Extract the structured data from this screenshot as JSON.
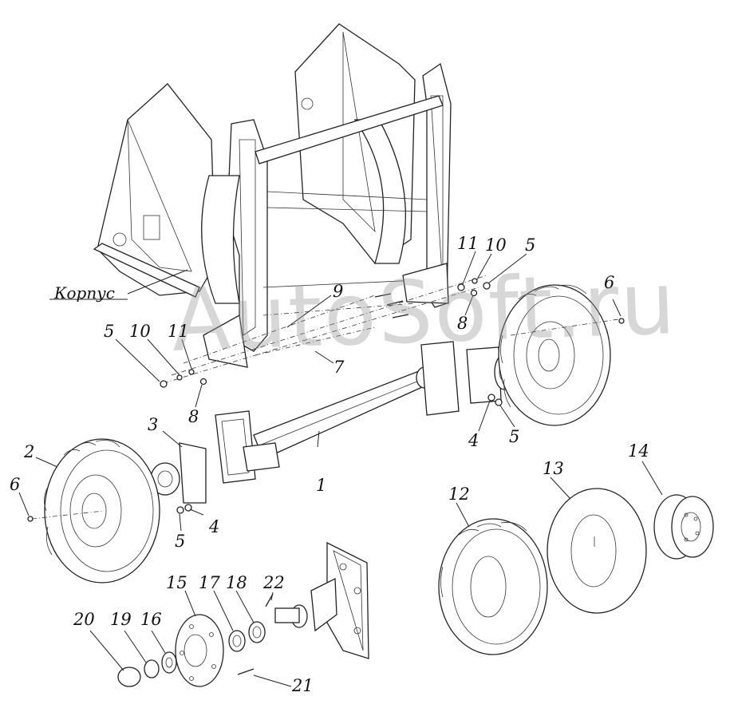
{
  "labels": {
    "korpus": "Корпус",
    "n1": "1",
    "n2": "2",
    "n3": "3",
    "n4a": "4",
    "n4b": "4",
    "n5a": "5",
    "n5b": "5",
    "n5c": "5",
    "n5d": "5",
    "n6a": "6",
    "n6b": "6",
    "n7": "7",
    "n8a": "8",
    "n8b": "8",
    "n9": "9",
    "n10a": "10",
    "n10b": "10",
    "n11a": "11",
    "n11b": "11",
    "n12": "12",
    "n13": "13",
    "n14": "14",
    "n15": "15",
    "n16": "16",
    "n17": "17",
    "n18": "18",
    "n19": "19",
    "n20": "20",
    "n21": "21",
    "n22": "22"
  },
  "watermark": "AutoSoft.ru",
  "colors": {
    "line": "#222222",
    "background": "#ffffff",
    "watermark": "#969696"
  }
}
